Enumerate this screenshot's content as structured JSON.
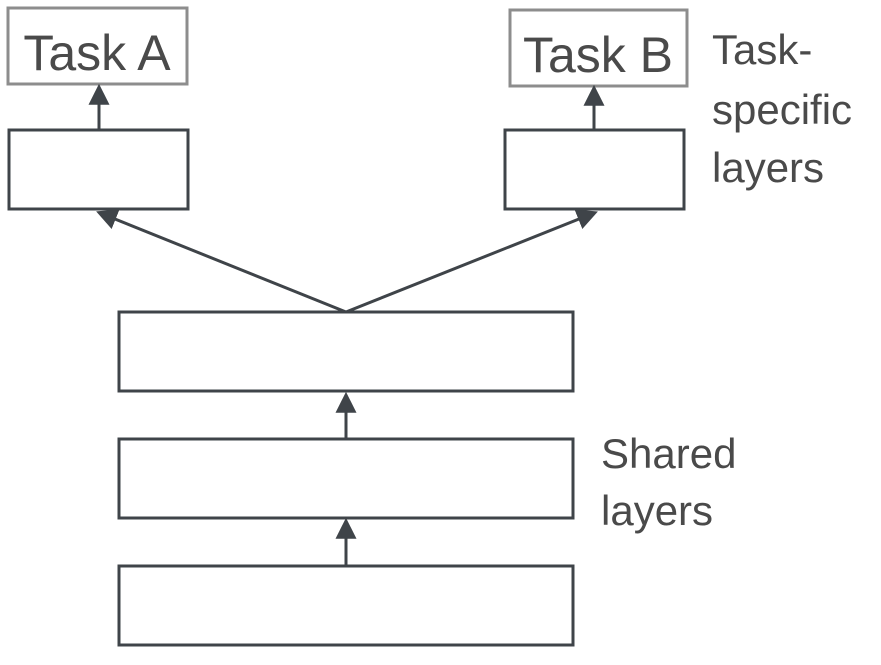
{
  "labels": {
    "task_a": "Task A",
    "task_b": "Task B",
    "task_specific_line1": "Task-",
    "task_specific_line2": "specific",
    "task_specific_line3": "layers",
    "shared_line1": "Shared",
    "shared_line2": "layers"
  },
  "colors": {
    "box_stroke": "#3f4449",
    "task_box_stroke": "#8d8d8d",
    "text": "#4a4a4a",
    "arrow": "#3f4449"
  }
}
